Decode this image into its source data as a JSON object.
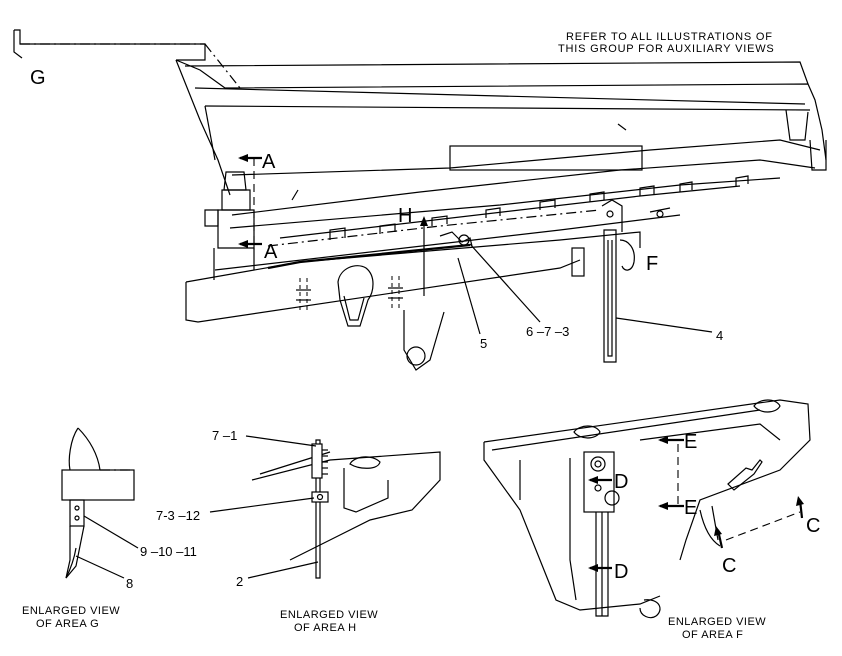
{
  "note": {
    "line1": "REFER TO ALL ILLUSTRATIONS OF",
    "line2": "THIS GROUP FOR AUXILIARY VIEWS"
  },
  "view_markers": {
    "G": "G",
    "A_top": "A",
    "A_bottom": "A",
    "H": "H",
    "F": "F",
    "E_top": "E",
    "E_bottom": "E",
    "D_top": "D",
    "D_bottom": "D",
    "C_left": "C",
    "C_right": "C"
  },
  "callouts": {
    "main": {
      "c5": "5",
      "c673": "6 –7 –3",
      "c4": "4"
    },
    "area_g": {
      "c91011": "9 –10 –11",
      "c8": "8"
    },
    "area_h": {
      "c71": "7 –1",
      "c7312": "7-3 –12",
      "c2": "2"
    }
  },
  "captions": {
    "g_line1": "ENLARGED VIEW",
    "g_line2": "OF AREA G",
    "h_line1": "ENLARGED VIEW",
    "h_line2": "OF AREA H",
    "f_line1": "ENLARGED VIEW",
    "f_line2": "OF AREA F"
  }
}
